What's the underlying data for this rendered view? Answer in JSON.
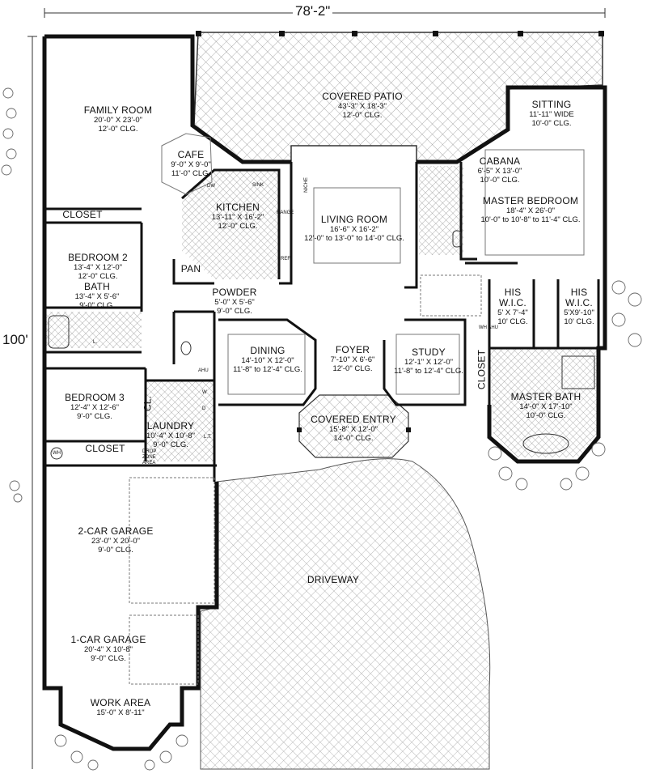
{
  "dimensions": {
    "width": "78'-2\"",
    "depth": "100'"
  },
  "rooms": {
    "family_room": {
      "name": "FAMILY ROOM",
      "size": "20'-0\" X 23'-0\"",
      "ceiling": "12'-0\" CLG."
    },
    "covered_patio": {
      "name": "COVERED PATIO",
      "size": "43'-3\" X 18'-3\"",
      "ceiling": "12'-0\" CLG."
    },
    "sitting": {
      "name": "SITTING",
      "size": "11'-11\" WIDE",
      "ceiling": "10'-0\" CLG."
    },
    "cafe": {
      "name": "CAFE",
      "size": "9'-0\" X 9'-0\"",
      "ceiling": "11'-0\" CLG."
    },
    "cabana": {
      "name": "CABANA",
      "size": "6'-5\" X 13'-0\"",
      "ceiling": "10'-0\" CLG."
    },
    "kitchen": {
      "name": "KITCHEN",
      "size": "13'-11\" X 16'-2\"",
      "ceiling": "12'-0\" CLG."
    },
    "living_room": {
      "name": "LIVING ROOM",
      "size": "16'-6\" X 16'-2\"",
      "ceiling": "12'-0\" to 13'-0\" to 14'-0\" CLG."
    },
    "master_bedroom": {
      "name": "MASTER BEDROOM",
      "size": "18'-4\" X 26'-0\"",
      "ceiling": "10'-0\" to 10'-8\" to 11'-4\" CLG."
    },
    "closet_top": {
      "name": "CLOSET"
    },
    "bedroom2": {
      "name": "BEDROOM 2",
      "size": "13'-4\" X 12'-0\"",
      "ceiling": "12'-0\" CLG."
    },
    "bath": {
      "name": "BATH",
      "size": "13'-4\" X 5'-6\"",
      "ceiling": "9'-0\" CLG."
    },
    "pan": {
      "name": "PAN"
    },
    "powder": {
      "name": "POWDER",
      "size": "5'-0\" X 5'-6\"",
      "ceiling": "9'-0\" CLG."
    },
    "his_wic1": {
      "name": "HIS",
      "name2": "W.I.C.",
      "size": "5' X 7'-4\"",
      "ceiling": "10' CLG."
    },
    "his_wic2": {
      "name": "HIS",
      "name2": "W.I.C.",
      "size": "5'X9'-10\"",
      "ceiling": "10' CLG."
    },
    "dining": {
      "name": "DINING",
      "size": "14'-10\" X 12'-0\"",
      "ceiling": "11'-8\" to 12'-4\" CLG."
    },
    "foyer": {
      "name": "FOYER",
      "size": "7'-10\" X 6'-6\"",
      "ceiling": "12'-0\" CLG."
    },
    "study": {
      "name": "STUDY",
      "size": "12'-1\" X 12'-0\"",
      "ceiling": "11'-8\" to 12'-4\" CLG."
    },
    "closet_study": {
      "name": "CLOSET"
    },
    "bedroom3": {
      "name": "BEDROOM 3",
      "size": "12'-4\" X 12'-6\"",
      "ceiling": "9'-0\" CLG."
    },
    "cl": {
      "name": "CL."
    },
    "master_bath": {
      "name": "MASTER BATH",
      "size": "14'-0\" X 17'-10\"",
      "ceiling": "10'-0\" CLG."
    },
    "laundry": {
      "name": "LAUNDRY",
      "size": "10'-4\" X 10'-8\"",
      "ceiling": "9'-0\" CLG."
    },
    "covered_entry": {
      "name": "COVERED ENTRY",
      "size": "15'-8\" X 12'-0\"",
      "ceiling": "14'-0\" CLG."
    },
    "closet_bottom": {
      "name": "CLOSET"
    },
    "garage2": {
      "name": "2-CAR GARAGE",
      "size": "23'-0\" X 20'-0\"",
      "ceiling": "9'-0\" CLG."
    },
    "driveway": {
      "name": "DRIVEWAY"
    },
    "garage1": {
      "name": "1-CAR GARAGE",
      "size": "20'-4\" X 10'-8\"",
      "ceiling": "9'-0\" CLG."
    },
    "work_area": {
      "name": "WORK AREA",
      "size": "15'-0\" X 8'-11\""
    }
  },
  "fixtures": {
    "dw": "DW",
    "sink": "SINK",
    "range": "RANGE",
    "ref": "REF.",
    "niche": "NICHE",
    "ahu": "AHU",
    "wh": "WH",
    "wh_ahu": "WH AHU",
    "l": "L.",
    "w": "W",
    "d": "D",
    "lt": "L.T.",
    "drop_zone": "DROP ZONE AREA"
  }
}
